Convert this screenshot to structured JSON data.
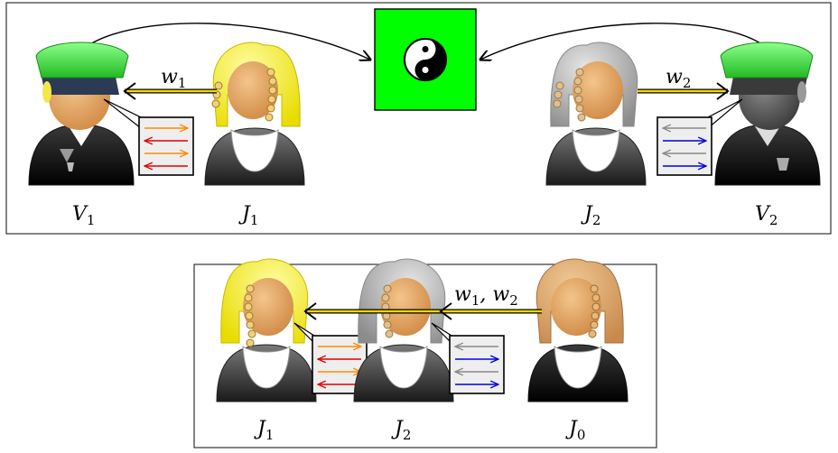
{
  "top_panel": {
    "labels": {
      "V1": {
        "main": "V",
        "sub": "1"
      },
      "J1": {
        "main": "J",
        "sub": "1"
      },
      "J2": {
        "main": "J",
        "sub": "2"
      },
      "V2": {
        "main": "V",
        "sub": "2"
      }
    },
    "w1": {
      "main": "w",
      "sub": "1"
    },
    "w2": {
      "main": "w",
      "sub": "2"
    },
    "center_box": {
      "icon": "yin-yang-icon",
      "color": "#00ff00",
      "glyph": "☯"
    }
  },
  "bottom_panel": {
    "labels": {
      "J1": {
        "main": "J",
        "sub": "1"
      },
      "J2": {
        "main": "J",
        "sub": "2"
      },
      "J0": {
        "main": "J",
        "sub": "0"
      }
    },
    "w12": {
      "a": "w",
      "a_sub": "1",
      "sep": ", ",
      "b": "w",
      "b_sub": "2"
    }
  },
  "colors": {
    "green": "#00ff00",
    "yellow_wig": "#f7f21a",
    "gray_wig": "#b4b4b4",
    "tan_wig": "#d9a068",
    "skin": "#e2a061",
    "police_cap": "#33dd33",
    "arrow_yellow": "#f5d800",
    "orange": "#ff8a00",
    "red": "#e00000",
    "gray": "#888888",
    "blue": "#0000dd"
  }
}
